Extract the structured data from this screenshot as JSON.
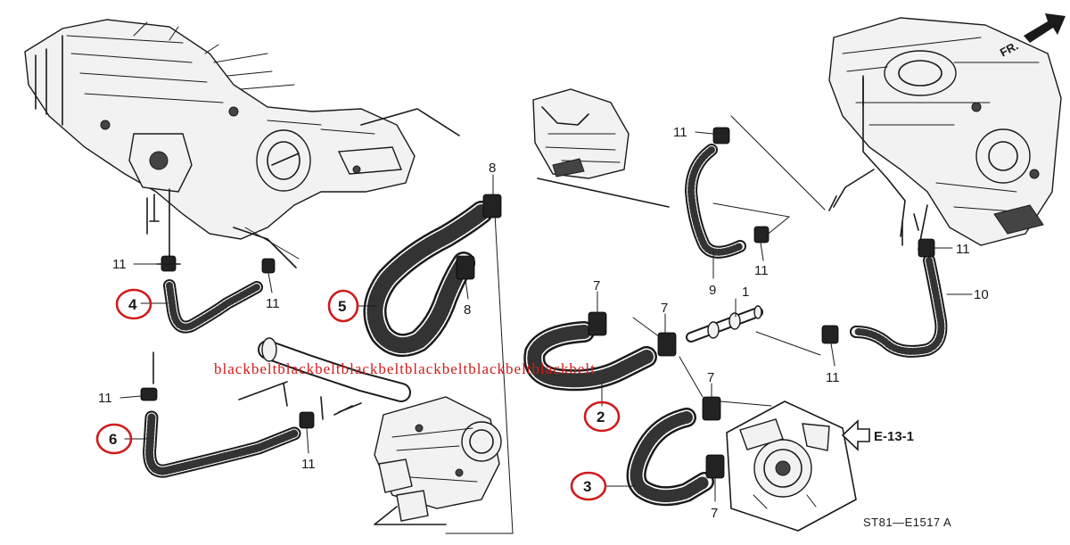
{
  "callouts": [
    {
      "id": "c1",
      "label": "1",
      "circled": false
    },
    {
      "id": "c2",
      "label": "2",
      "circled": true
    },
    {
      "id": "c3",
      "label": "3",
      "circled": true
    },
    {
      "id": "c4",
      "label": "4",
      "circled": true
    },
    {
      "id": "c5",
      "label": "5",
      "circled": true
    },
    {
      "id": "c6",
      "label": "6",
      "circled": true
    },
    {
      "id": "c7a",
      "label": "7",
      "circled": false
    },
    {
      "id": "c7b",
      "label": "7",
      "circled": false
    },
    {
      "id": "c7c",
      "label": "7",
      "circled": false
    },
    {
      "id": "c7d",
      "label": "7",
      "circled": false
    },
    {
      "id": "c8a",
      "label": "8",
      "circled": false
    },
    {
      "id": "c8b",
      "label": "8",
      "circled": false
    },
    {
      "id": "c9",
      "label": "9",
      "circled": false
    },
    {
      "id": "c10",
      "label": "10",
      "circled": false
    },
    {
      "id": "c11a",
      "label": "11",
      "circled": false
    },
    {
      "id": "c11b",
      "label": "11",
      "circled": false
    },
    {
      "id": "c11c",
      "label": "11",
      "circled": false
    },
    {
      "id": "c11d",
      "label": "11",
      "circled": false
    },
    {
      "id": "c11e",
      "label": "11",
      "circled": false
    },
    {
      "id": "c11f",
      "label": "11",
      "circled": false
    },
    {
      "id": "c11g",
      "label": "11",
      "circled": false
    },
    {
      "id": "c11h",
      "label": "11",
      "circled": false
    }
  ],
  "reference": "E-13-1",
  "direction": "FR.",
  "diagram_code": "ST81—E1517 A",
  "watermark": "blackbeltblackbeltblackbeltblackbeltblackbeltblackbelt",
  "colors": {
    "ink": "#1a1a1a",
    "mark": "#d11a1a",
    "background": "#ffffff"
  }
}
